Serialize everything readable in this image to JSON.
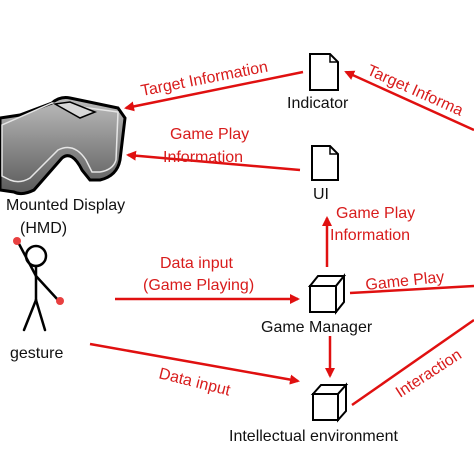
{
  "colors": {
    "arrow": "#e01010",
    "text_red": "#d81c1c",
    "text_black": "#111111"
  },
  "nodes": {
    "hmd": {
      "label_line1": "Mounted Display",
      "label_line2": "(HMD)",
      "icon": "goggles-icon"
    },
    "user": {
      "label": "gesture",
      "icon": "stick-figure-icon"
    },
    "indicator": {
      "label": "Indicator",
      "icon": "document-icon"
    },
    "ui": {
      "label": "UI",
      "icon": "document-icon"
    },
    "game_manager": {
      "label": "Game Manager",
      "icon": "cube-icon"
    },
    "environment": {
      "label": "Intellectual environment",
      "icon": "cube-icon"
    }
  },
  "edges": {
    "indicator_to_hmd": "Target Information",
    "right_to_indicator": "Target Informa",
    "ui_to_hmd_line1": "Game Play",
    "ui_to_hmd_line2": "Information",
    "gm_to_ui_line1": "Game Play",
    "gm_to_ui_line2": "Information",
    "user_to_gm_line1": "Data input",
    "user_to_gm_line2": "(Game Playing)",
    "gm_to_right": "Game Play",
    "user_to_env": "Data input",
    "env_to_right": "Interaction"
  }
}
